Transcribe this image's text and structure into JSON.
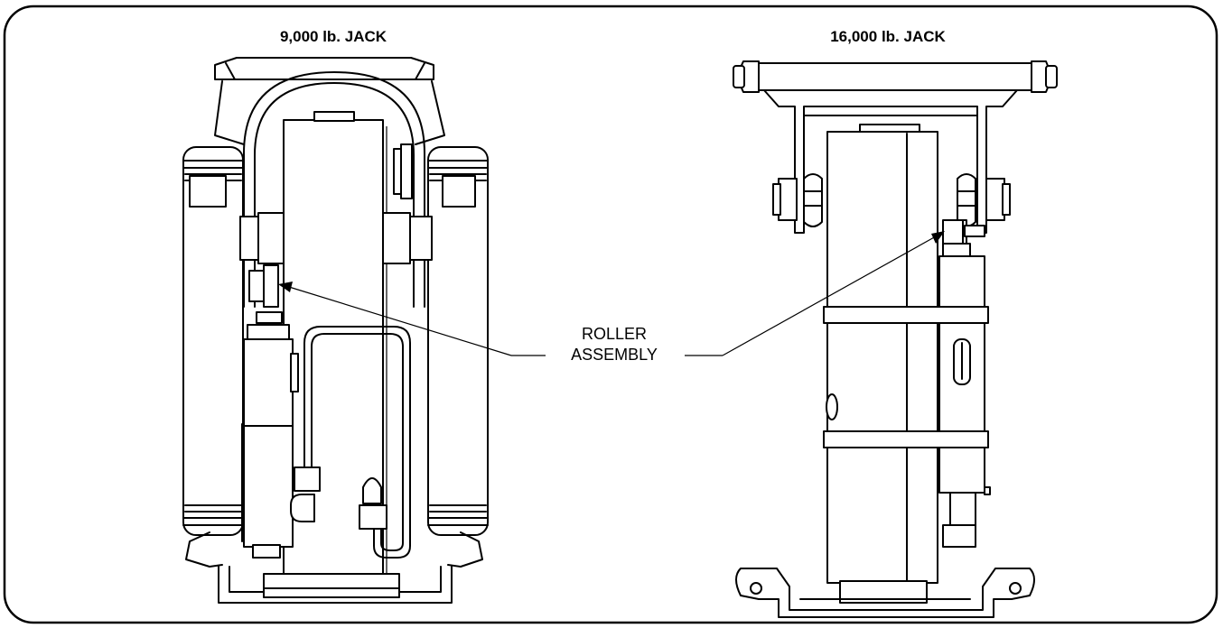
{
  "titles": {
    "left": "9,000 lb. JACK",
    "right": "16,000 lb. JACK"
  },
  "callout": {
    "line1": "ROLLER",
    "line2": "ASSEMBLY"
  }
}
